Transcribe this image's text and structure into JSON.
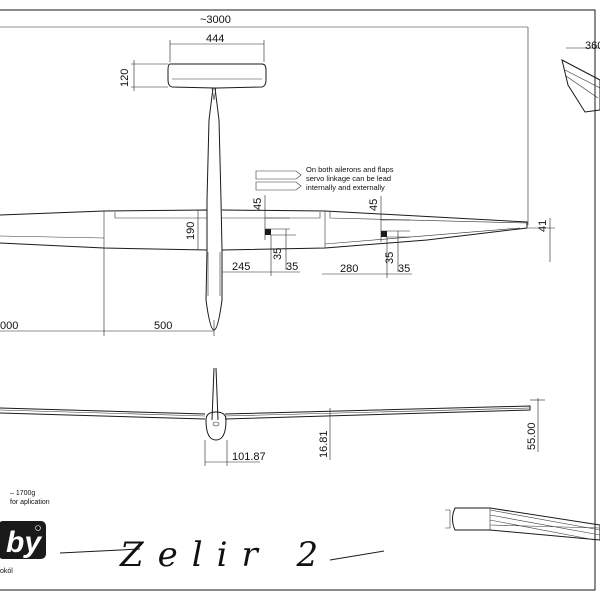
{
  "dimensions": {
    "span_total": "~3000",
    "tail_span": "444",
    "tail_chord": "120",
    "tip_detail": "360",
    "wing_root_chord": "190",
    "aileron_height_left": "45",
    "aileron_height_right": "45",
    "servo_left": "35",
    "servo_right": "35",
    "servo_left_b": "35",
    "servo_right_b": "35",
    "flap_width": "245",
    "aileron_width": "280",
    "tip_chord": "41",
    "left_span_cut": "000",
    "inner_span": "500",
    "fuselage_width": "101.87",
    "dihedral_root": "16.81",
    "dihedral_tip": "55.00"
  },
  "notes": {
    "line1": "On both ailerons and flaps",
    "line2": "servo linkage can be lead",
    "line3": "internally and externally"
  },
  "specs": {
    "line1": "– 1700g",
    "line2": "for aplication"
  },
  "brand": {
    "logo": "by",
    "model_name": "Zelir 2",
    "author": "okól"
  }
}
